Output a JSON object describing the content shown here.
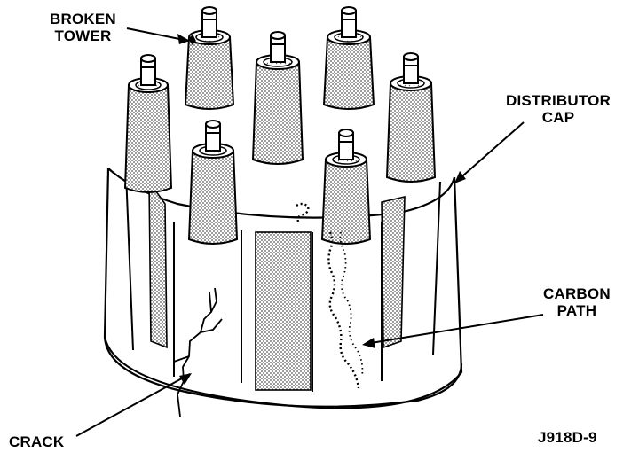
{
  "colors": {
    "ink": "#000000",
    "paper": "#ffffff",
    "stipple": "#9a9a9a",
    "stipple_dark": "#6f6f6f"
  },
  "labels": {
    "broken_tower": [
      "BROKEN",
      "TOWER"
    ],
    "distributor_cap": [
      "DISTRIBUTOR",
      "CAP"
    ],
    "carbon_path": [
      "CARBON",
      "PATH"
    ],
    "crack": "CRACK",
    "figure_code": "J918D-9"
  }
}
